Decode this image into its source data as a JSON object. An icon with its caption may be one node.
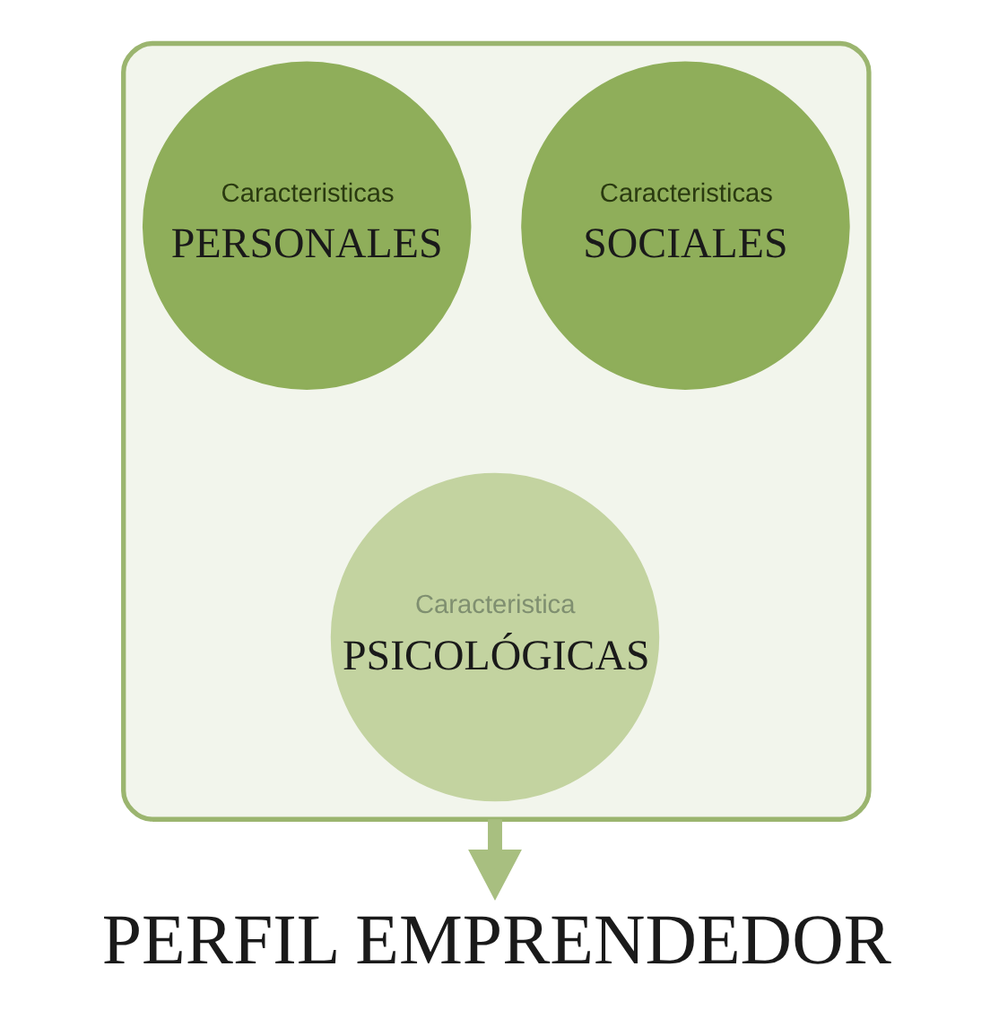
{
  "diagram": {
    "nodes": [
      {
        "text": [],
        "shape": "funnel"
      },
      {
        "text": [
          "Caracteristicas",
          "PERSONALES"
        ],
        "in": 0
      },
      {
        "text": [
          "Caracteristicas",
          "SOCIALES"
        ],
        "in": 0
      },
      {
        "text": [
          "Caracteristica",
          "PSICOLÓGICAS"
        ],
        "in": 0
      },
      {
        "text": [
          "PERFIL EMPRENDEDOR"
        ]
      }
    ],
    "edges": [
      {
        "from": 0,
        "to": 4,
        "arrow": "to"
      }
    ]
  }
}
